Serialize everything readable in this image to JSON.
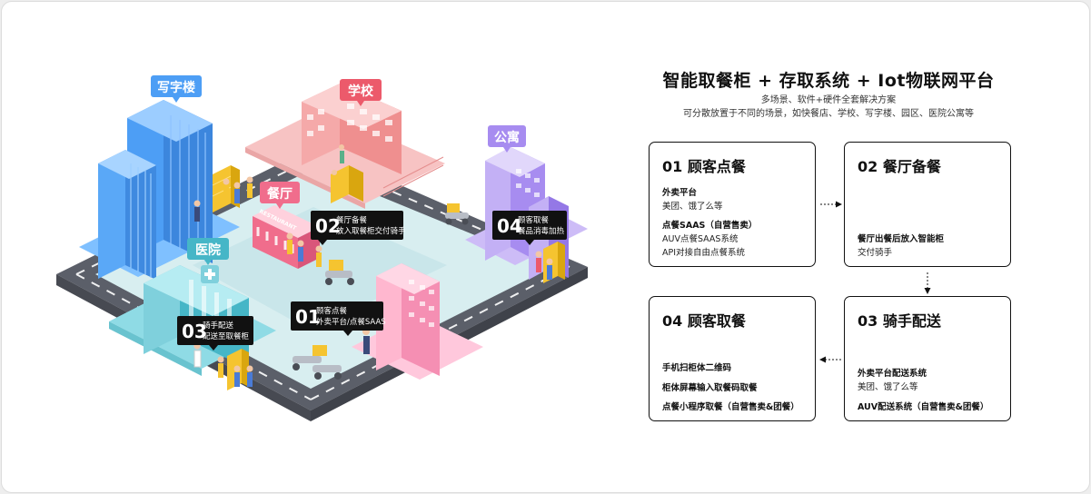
{
  "header": {
    "title": "智能取餐柜 + 存取系统 + Iot物联网平台",
    "subtitle1": "多场景、软件+硬件全套解决方案",
    "subtitle2": "可分散放置于不同的场景，如快餐店、学校、写字楼、园区、医院公寓等"
  },
  "scene": {
    "labels": {
      "office": "写字楼",
      "school": "学校",
      "apartment": "公寓",
      "restaurant": "餐厅",
      "hospital": "医院"
    },
    "restaurant_sign": "RESTAURANT",
    "bubbles": [
      {
        "num": "01",
        "line1": "顾客点餐",
        "line2": "外卖平台/点餐SAAS"
      },
      {
        "num": "02",
        "line1": "餐厅备餐",
        "line2": "放入取餐柜交付骑手"
      },
      {
        "num": "03",
        "line1": "骑手配送",
        "line2": "配送至取餐柜"
      },
      {
        "num": "04",
        "line1": "顾客取餐",
        "line2": "餐品消毒加热"
      }
    ]
  },
  "steps": [
    {
      "title": "01 顾客点餐",
      "lines": [
        {
          "text": "外卖平台",
          "bold": true
        },
        {
          "text": "美团、饿了么等",
          "bold": false
        },
        {
          "text": "点餐SAAS（自营售卖）",
          "bold": true
        },
        {
          "text": "AUV点餐SAAS系统",
          "bold": false
        },
        {
          "text": "API对接自由点餐系统",
          "bold": false
        }
      ]
    },
    {
      "title": "02 餐厅备餐",
      "lines": [
        {
          "text": "餐厅出餐后放入智能柜",
          "bold": true
        },
        {
          "text": "交付骑手",
          "bold": false
        }
      ]
    },
    {
      "title": "03 骑手配送",
      "lines": [
        {
          "text": "外卖平台配送系统",
          "bold": true
        },
        {
          "text": "美团、饿了么等",
          "bold": false
        },
        {
          "text": "AUV配送系统（自营售卖&团餐）",
          "bold": true
        }
      ]
    },
    {
      "title": "04 顾客取餐",
      "lines": [
        {
          "text": "手机扫柜体二维码",
          "bold": true
        },
        {
          "text": "柜体屏幕输入取餐码取餐",
          "bold": true
        },
        {
          "text": "点餐小程序取餐（自营售卖&团餐）",
          "bold": true
        }
      ]
    }
  ],
  "colors": {
    "office": "#4d9ef5",
    "school": "#ec5a6b",
    "apartment": "#a78cf0",
    "restaurant": "#f06d8c",
    "hospital": "#46b6c7",
    "road": "#5b5f69",
    "plaza": "#d8eef0",
    "locker": "#f5c430"
  }
}
